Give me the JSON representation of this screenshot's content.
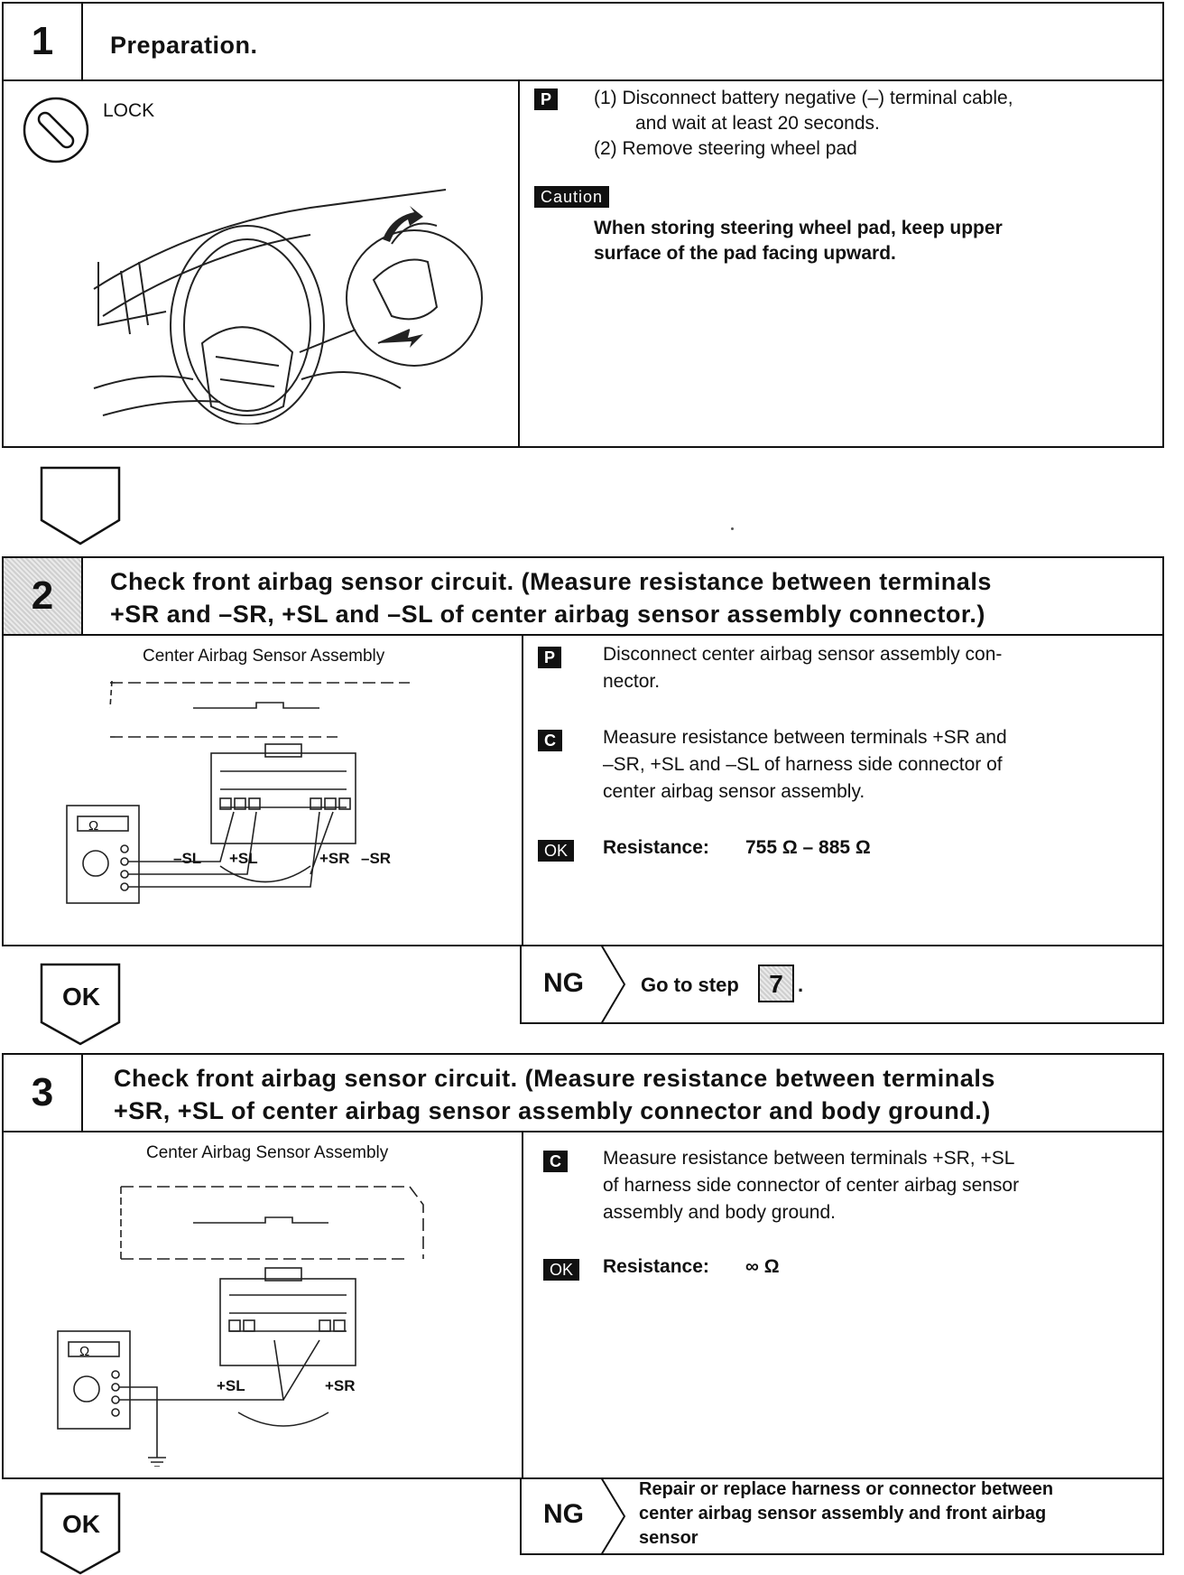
{
  "step1": {
    "number": "1",
    "title": "Preparation.",
    "figure_label": "LOCK",
    "p_tag": "P",
    "p_line1": "(1)  Disconnect battery negative (–) terminal cable,",
    "p_line2": "and wait at least 20 seconds.",
    "p_line3": "(2)  Remove steering wheel pad",
    "caution_tag": "Caution",
    "caution_line1": "When   storing   steering   wheel   pad,   keep   upper",
    "caution_line2": "surface of the pad facing upward."
  },
  "step2": {
    "number": "2",
    "title_line1": "Check  front  airbag  sensor  circuit.  (Measure  resistance  between  terminals",
    "title_line2": "+SR  and  –SR,  +SL  and  –SL  of  center  airbag  sensor  assembly  connector.)",
    "figure_caption": "Center Airbag Sensor Assembly",
    "fig_label_msl": "–SL",
    "fig_label_psl": "+SL",
    "fig_label_psr": "+SR",
    "fig_label_msr": "–SR",
    "meter_symbol": "Ω",
    "p_tag": "P",
    "p_line1": "Disconnect   center   airbag   sensor   assembly   con-",
    "p_line2": "nector.",
    "c_tag": "C",
    "c_line1": "Measure   resistance   between   terminals   +SR   and",
    "c_line2": "–SR,  +SL  and  –SL  of  harness  side  connector  of",
    "c_line3": "center airbag sensor assembly.",
    "ok_tag": "OK",
    "ok_label": "Resistance:",
    "ok_value": "755 Ω – 885 Ω",
    "ng_label": "NG",
    "ng_text": "Go to step",
    "ng_step": "7",
    "ng_period": ".",
    "ok_flag": "OK"
  },
  "step3": {
    "number": "3",
    "title_line1": "Check front airbag sensor circuit. (Measure resistance between terminals",
    "title_line2": "+SR, +SL of center airbag sensor assembly connector and body ground.)",
    "figure_caption": "Center Airbag Sensor Assembly",
    "fig_label_psl": "+SL",
    "fig_label_psr": "+SR",
    "meter_symbol": "Ω",
    "c_tag": "C",
    "c_line1": "Measure  resistance  between  terminals  +SR,  +SL",
    "c_line2": "of  harness  side  connector  of  center  airbag  sensor",
    "c_line3": "assembly and body ground.",
    "ok_tag": "OK",
    "ok_label": "Resistance:",
    "ok_value": "∞ Ω",
    "ng_label": "NG",
    "ng_line1": "Repair or replace harness or connector between",
    "ng_line2": "center  airbag  sensor  assembly  and  front  airbag",
    "ng_line3": "sensor",
    "ok_flag": "OK"
  }
}
